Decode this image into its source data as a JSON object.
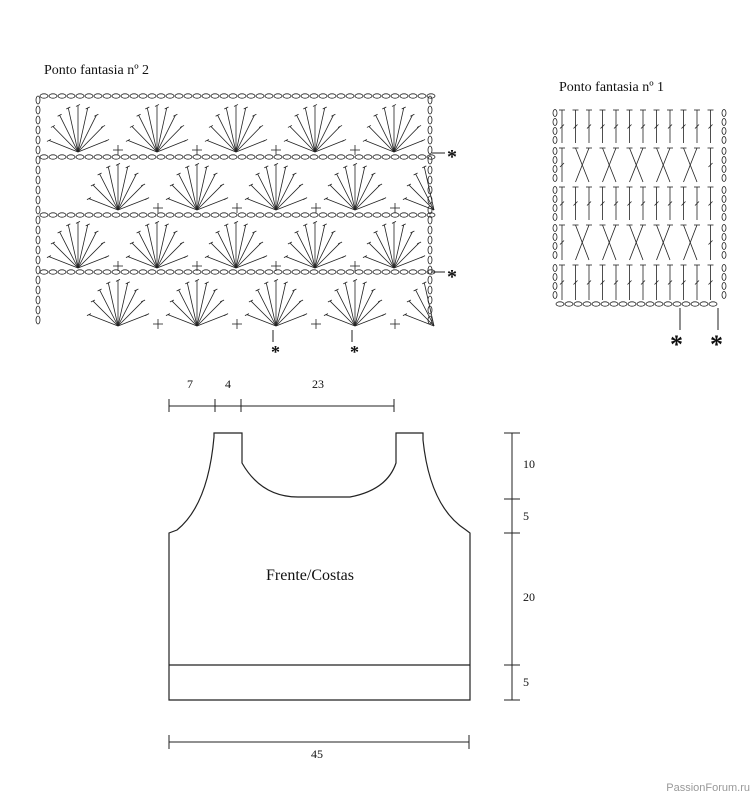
{
  "chart2": {
    "title": "Ponto fantasia nº 2",
    "marker": "*"
  },
  "chart1": {
    "title": "Ponto fantasia nº 1",
    "marker": "*"
  },
  "schematic": {
    "label": "Frente/Costas",
    "top_dims": [
      "7",
      "4",
      "23"
    ],
    "right_dims": [
      "10",
      "5",
      "20",
      "5"
    ],
    "bottom_dim": "45"
  },
  "watermark": "PassionForum.ru"
}
